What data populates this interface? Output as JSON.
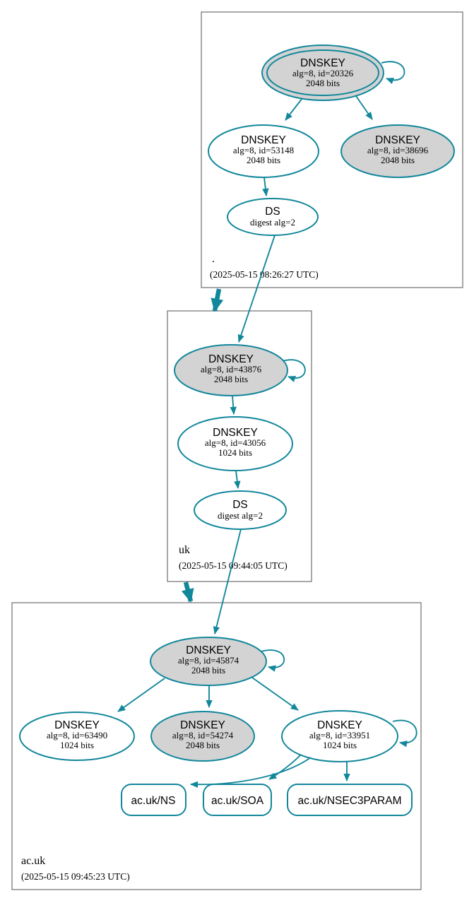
{
  "colors": {
    "edge_secure": "#12879b",
    "key_owned_fill": "#d3d3d3",
    "node_fill": "#ffffff",
    "zone_box_border": "#6e6e6e",
    "text": "#000000"
  },
  "zones": [
    {
      "name": ".",
      "timestamp": "(2025-05-15 08:26:27 UTC)",
      "nodes": {
        "ksk": {
          "title": "DNSKEY",
          "alg": "alg=8, id=20326",
          "bits": "2048 bits"
        },
        "zsk": {
          "title": "DNSKEY",
          "alg": "alg=8, id=53148",
          "bits": "2048 bits"
        },
        "key2": {
          "title": "DNSKEY",
          "alg": "alg=8, id=38696",
          "bits": "2048 bits"
        },
        "ds": {
          "title": "DS",
          "detail": "digest alg=2"
        }
      }
    },
    {
      "name": "uk",
      "timestamp": "(2025-05-15 09:44:05 UTC)",
      "nodes": {
        "ksk": {
          "title": "DNSKEY",
          "alg": "alg=8, id=43876",
          "bits": "2048 bits"
        },
        "zsk": {
          "title": "DNSKEY",
          "alg": "alg=8, id=43056",
          "bits": "1024 bits"
        },
        "ds": {
          "title": "DS",
          "detail": "digest alg=2"
        }
      }
    },
    {
      "name": "ac.uk",
      "timestamp": "(2025-05-15 09:45:23 UTC)",
      "nodes": {
        "ksk": {
          "title": "DNSKEY",
          "alg": "alg=8, id=45874",
          "bits": "2048 bits"
        },
        "key1": {
          "title": "DNSKEY",
          "alg": "alg=8, id=63490",
          "bits": "1024 bits"
        },
        "key2": {
          "title": "DNSKEY",
          "alg": "alg=8, id=54274",
          "bits": "2048 bits"
        },
        "key3": {
          "title": "DNSKEY",
          "alg": "alg=8, id=33951",
          "bits": "1024 bits"
        }
      },
      "rrsets": [
        {
          "label": "ac.uk/NS"
        },
        {
          "label": "ac.uk/SOA"
        },
        {
          "label": "ac.uk/NSEC3PARAM"
        }
      ]
    }
  ]
}
